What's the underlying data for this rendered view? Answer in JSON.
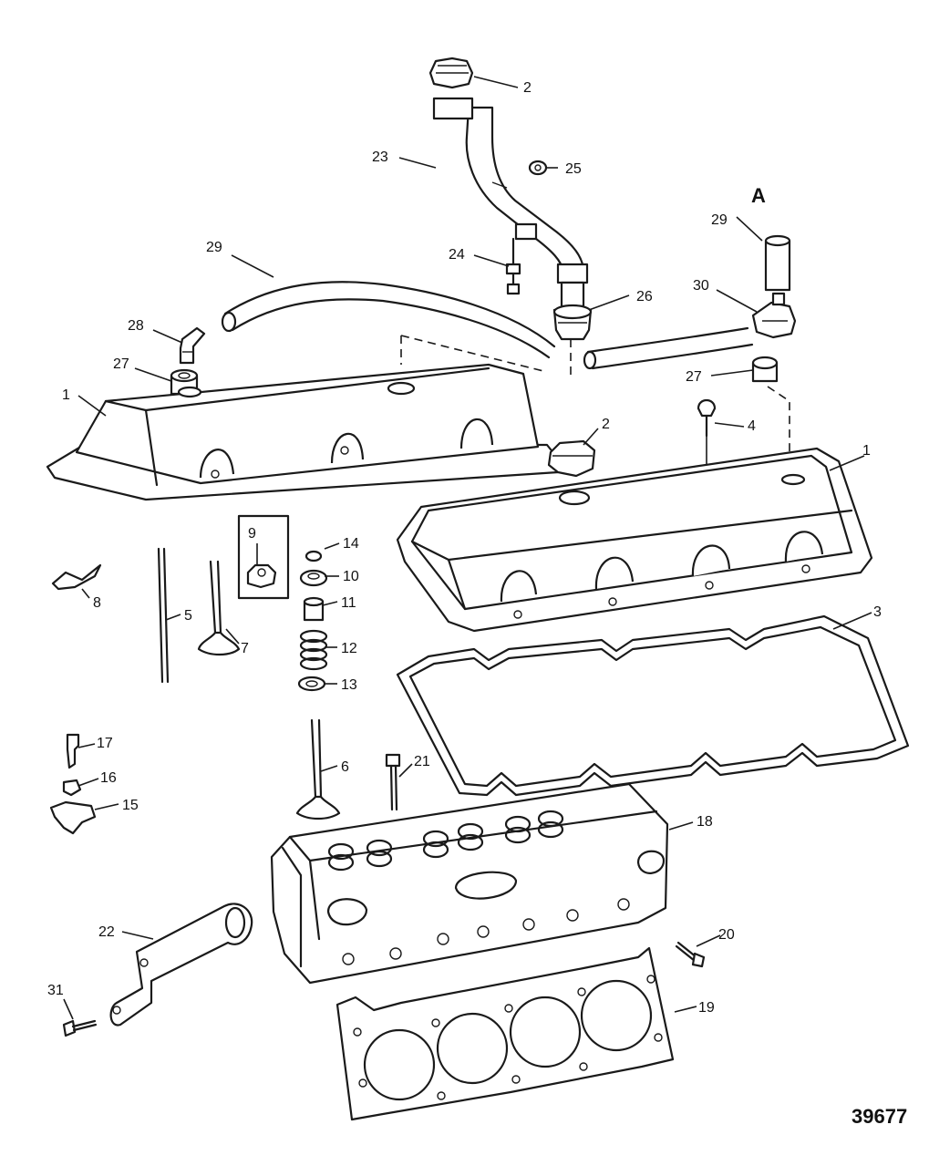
{
  "view_label": "A",
  "figure_number": "39677",
  "callouts": {
    "c1_left": "1",
    "c1_right": "1",
    "c2_top": "2",
    "c2_cap": "2",
    "c3": "3",
    "c4": "4",
    "c5": "5",
    "c6": "6",
    "c7": "7",
    "c8": "8",
    "c9": "9",
    "c10": "10",
    "c11": "11",
    "c12": "12",
    "c13": "13",
    "c14": "14",
    "c15": "15",
    "c16": "16",
    "c17": "17",
    "c18": "18",
    "c19": "19",
    "c20": "20",
    "c21": "21",
    "c22": "22",
    "c23": "23",
    "c24": "24",
    "c25": "25",
    "c26": "26",
    "c27_left": "27",
    "c27_right": "27",
    "c28": "28",
    "c29_left": "29",
    "c29_right": "29",
    "c30": "30",
    "c31": "31"
  }
}
